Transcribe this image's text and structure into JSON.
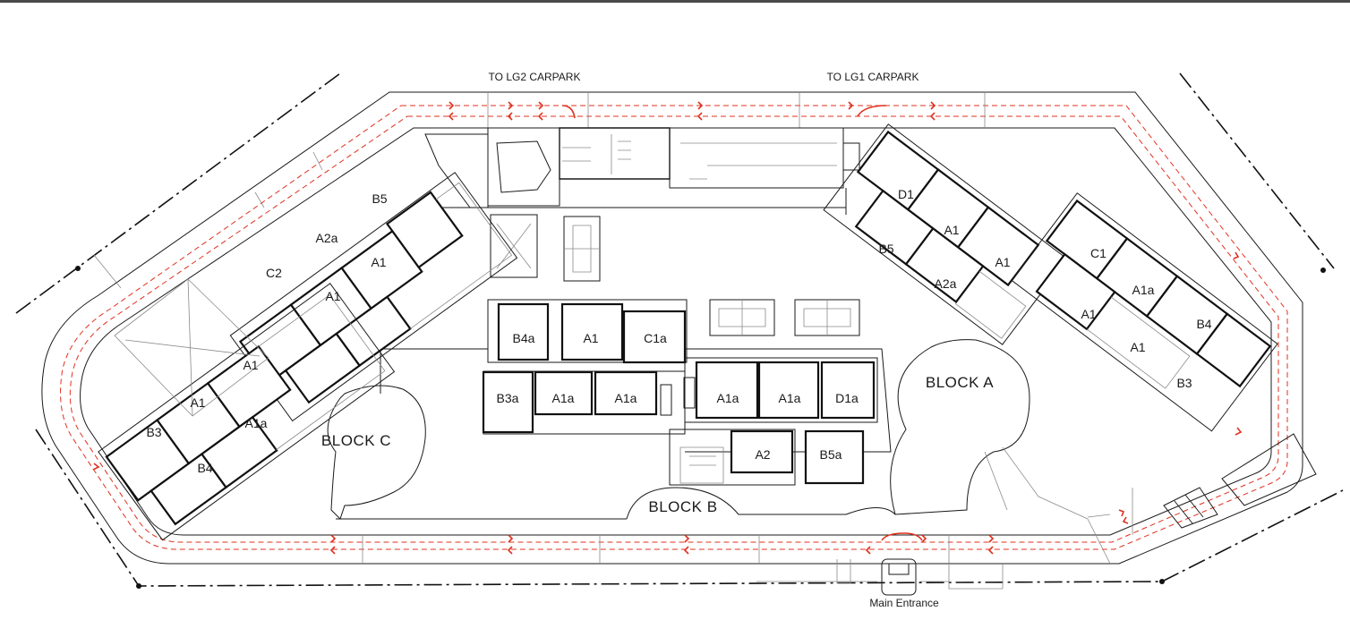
{
  "colors": {
    "line": "#1a1a1a",
    "route": "#e0301e",
    "background": "#ffffff",
    "top_rule": "#4a4a4a"
  },
  "labels": {
    "lg2_carpark": "TO LG2 CARPARK",
    "lg1_carpark": "TO LG1 CARPARK",
    "main_entrance": "Main Entrance",
    "block_a": "BLOCK  A",
    "block_b": "BLOCK  B",
    "block_c": "BLOCK  C"
  },
  "units": {
    "block_a": [
      "D1",
      "A1",
      "A1",
      "B5",
      "A2a",
      "C1",
      "A1a",
      "B4",
      "A1",
      "A1",
      "B3"
    ],
    "block_b": [
      "B4a",
      "A1",
      "C1a",
      "B3a",
      "A1a",
      "A1a",
      "A1a",
      "A1a",
      "D1a",
      "A2",
      "B5a"
    ],
    "block_c": [
      "B5",
      "A2a",
      "A1",
      "C2",
      "A1",
      "A1",
      "A1",
      "B3",
      "A1a",
      "B4"
    ]
  }
}
